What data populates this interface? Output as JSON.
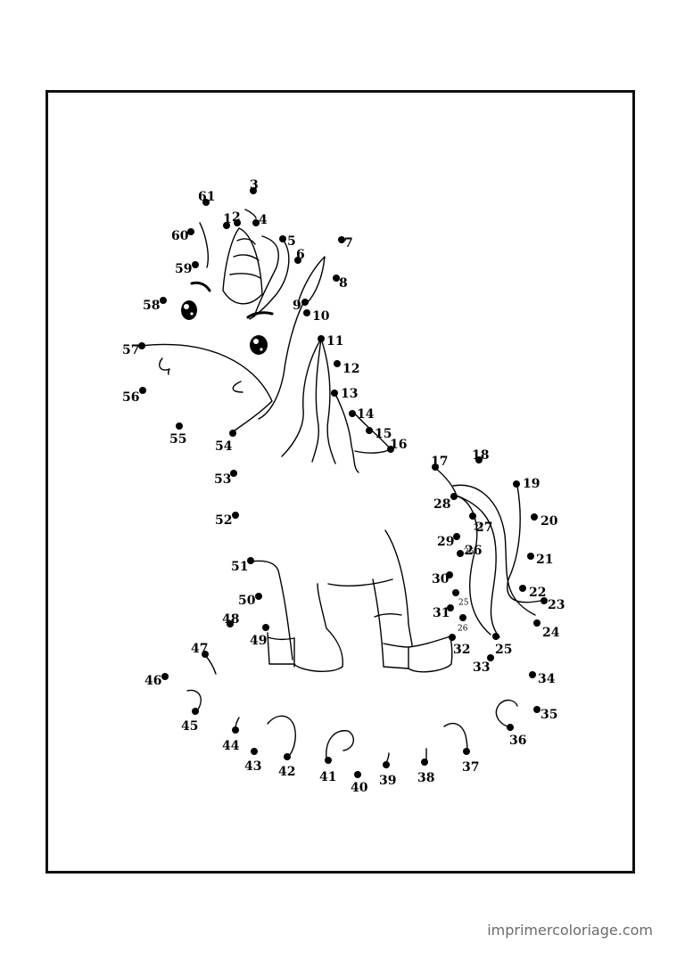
{
  "watermark": "imprimercoloriage.com",
  "dots": [
    "1",
    "2",
    "3",
    "4",
    "5",
    "6",
    "7",
    "8",
    "9",
    "10",
    "11",
    "12",
    "13",
    "14",
    "15",
    "16",
    "17",
    "18",
    "19",
    "20",
    "21",
    "22",
    "23",
    "24",
    "25",
    "26",
    "27",
    "28",
    "29",
    "30",
    "31",
    "32",
    "33",
    "34",
    "35",
    "36",
    "37",
    "38",
    "39",
    "40",
    "41",
    "42",
    "43",
    "44",
    "45",
    "46",
    "47",
    "48",
    "49",
    "50",
    "51",
    "52",
    "53",
    "54",
    "55",
    "56",
    "57",
    "58",
    "59",
    "60",
    "61"
  ],
  "inner_tail_dots": [
    "27",
    "26",
    "25",
    "26"
  ]
}
